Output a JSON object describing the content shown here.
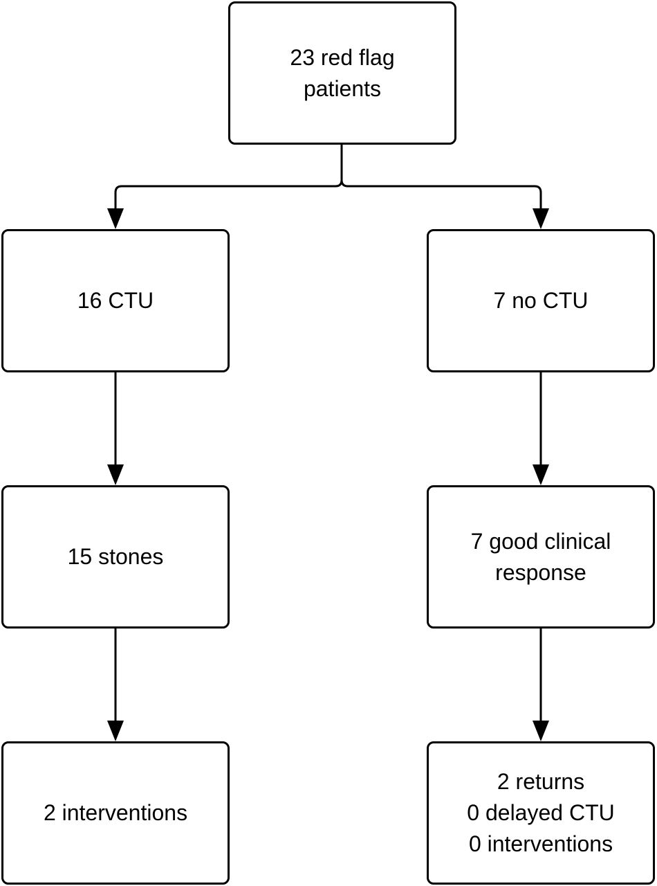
{
  "nodes": {
    "root": {
      "lines": [
        "23 red flag",
        "patients"
      ]
    },
    "ctu": {
      "lines": [
        "16 CTU"
      ]
    },
    "no_ctu": {
      "lines": [
        "7 no CTU"
      ]
    },
    "stones": {
      "lines": [
        "15 stones"
      ]
    },
    "good_response": {
      "lines": [
        "7 good clinical",
        "response"
      ]
    },
    "interventions": {
      "lines": [
        "2 interventions"
      ]
    },
    "returns": {
      "lines": [
        "2 returns",
        "0 delayed CTU",
        "0 interventions"
      ]
    }
  },
  "colors": {
    "stroke": "#000000",
    "background": "#ffffff"
  }
}
